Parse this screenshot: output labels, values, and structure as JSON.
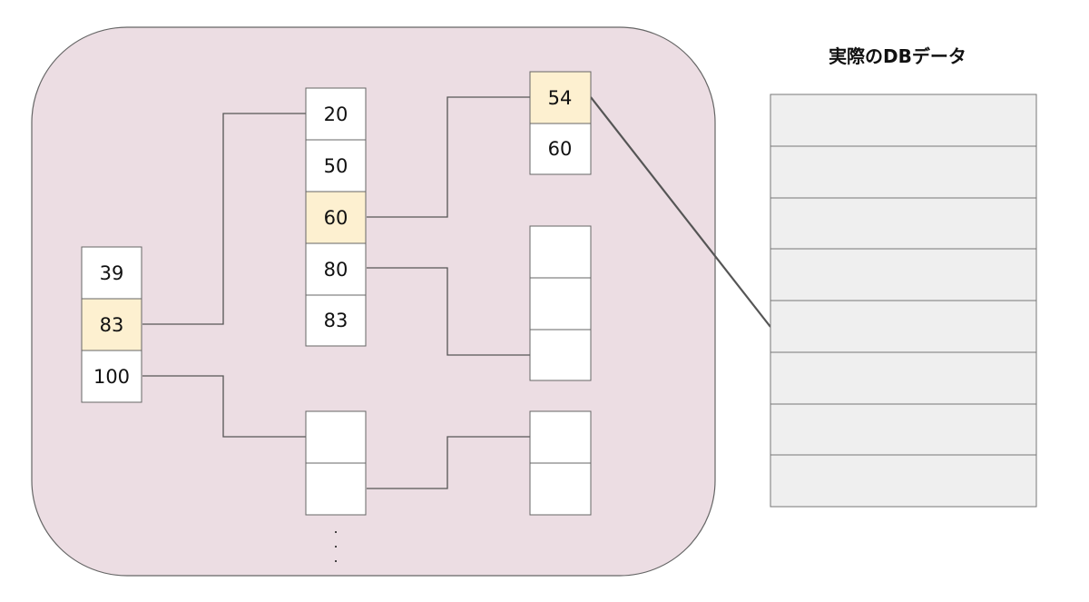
{
  "title": "実際のDBデータ",
  "colors": {
    "container": "#ecdde3",
    "cell": "#ffffff",
    "highlight": "#fdf0d0",
    "db_row": "#efefef",
    "stroke": "#555555"
  },
  "nodes": {
    "root": [
      "39",
      "83",
      "100"
    ],
    "middle_top": [
      "20",
      "50",
      "60",
      "80",
      "83"
    ],
    "middle_bottom": [
      "",
      ""
    ],
    "leaf_top": [
      "54",
      "60"
    ],
    "leaf_middle": [
      "",
      "",
      ""
    ],
    "leaf_bottom": [
      "",
      ""
    ]
  },
  "highlighted": [
    "root.1",
    "middle_top.2",
    "leaf_top.0"
  ],
  "ellipsis": "...",
  "db_rows": 8
}
